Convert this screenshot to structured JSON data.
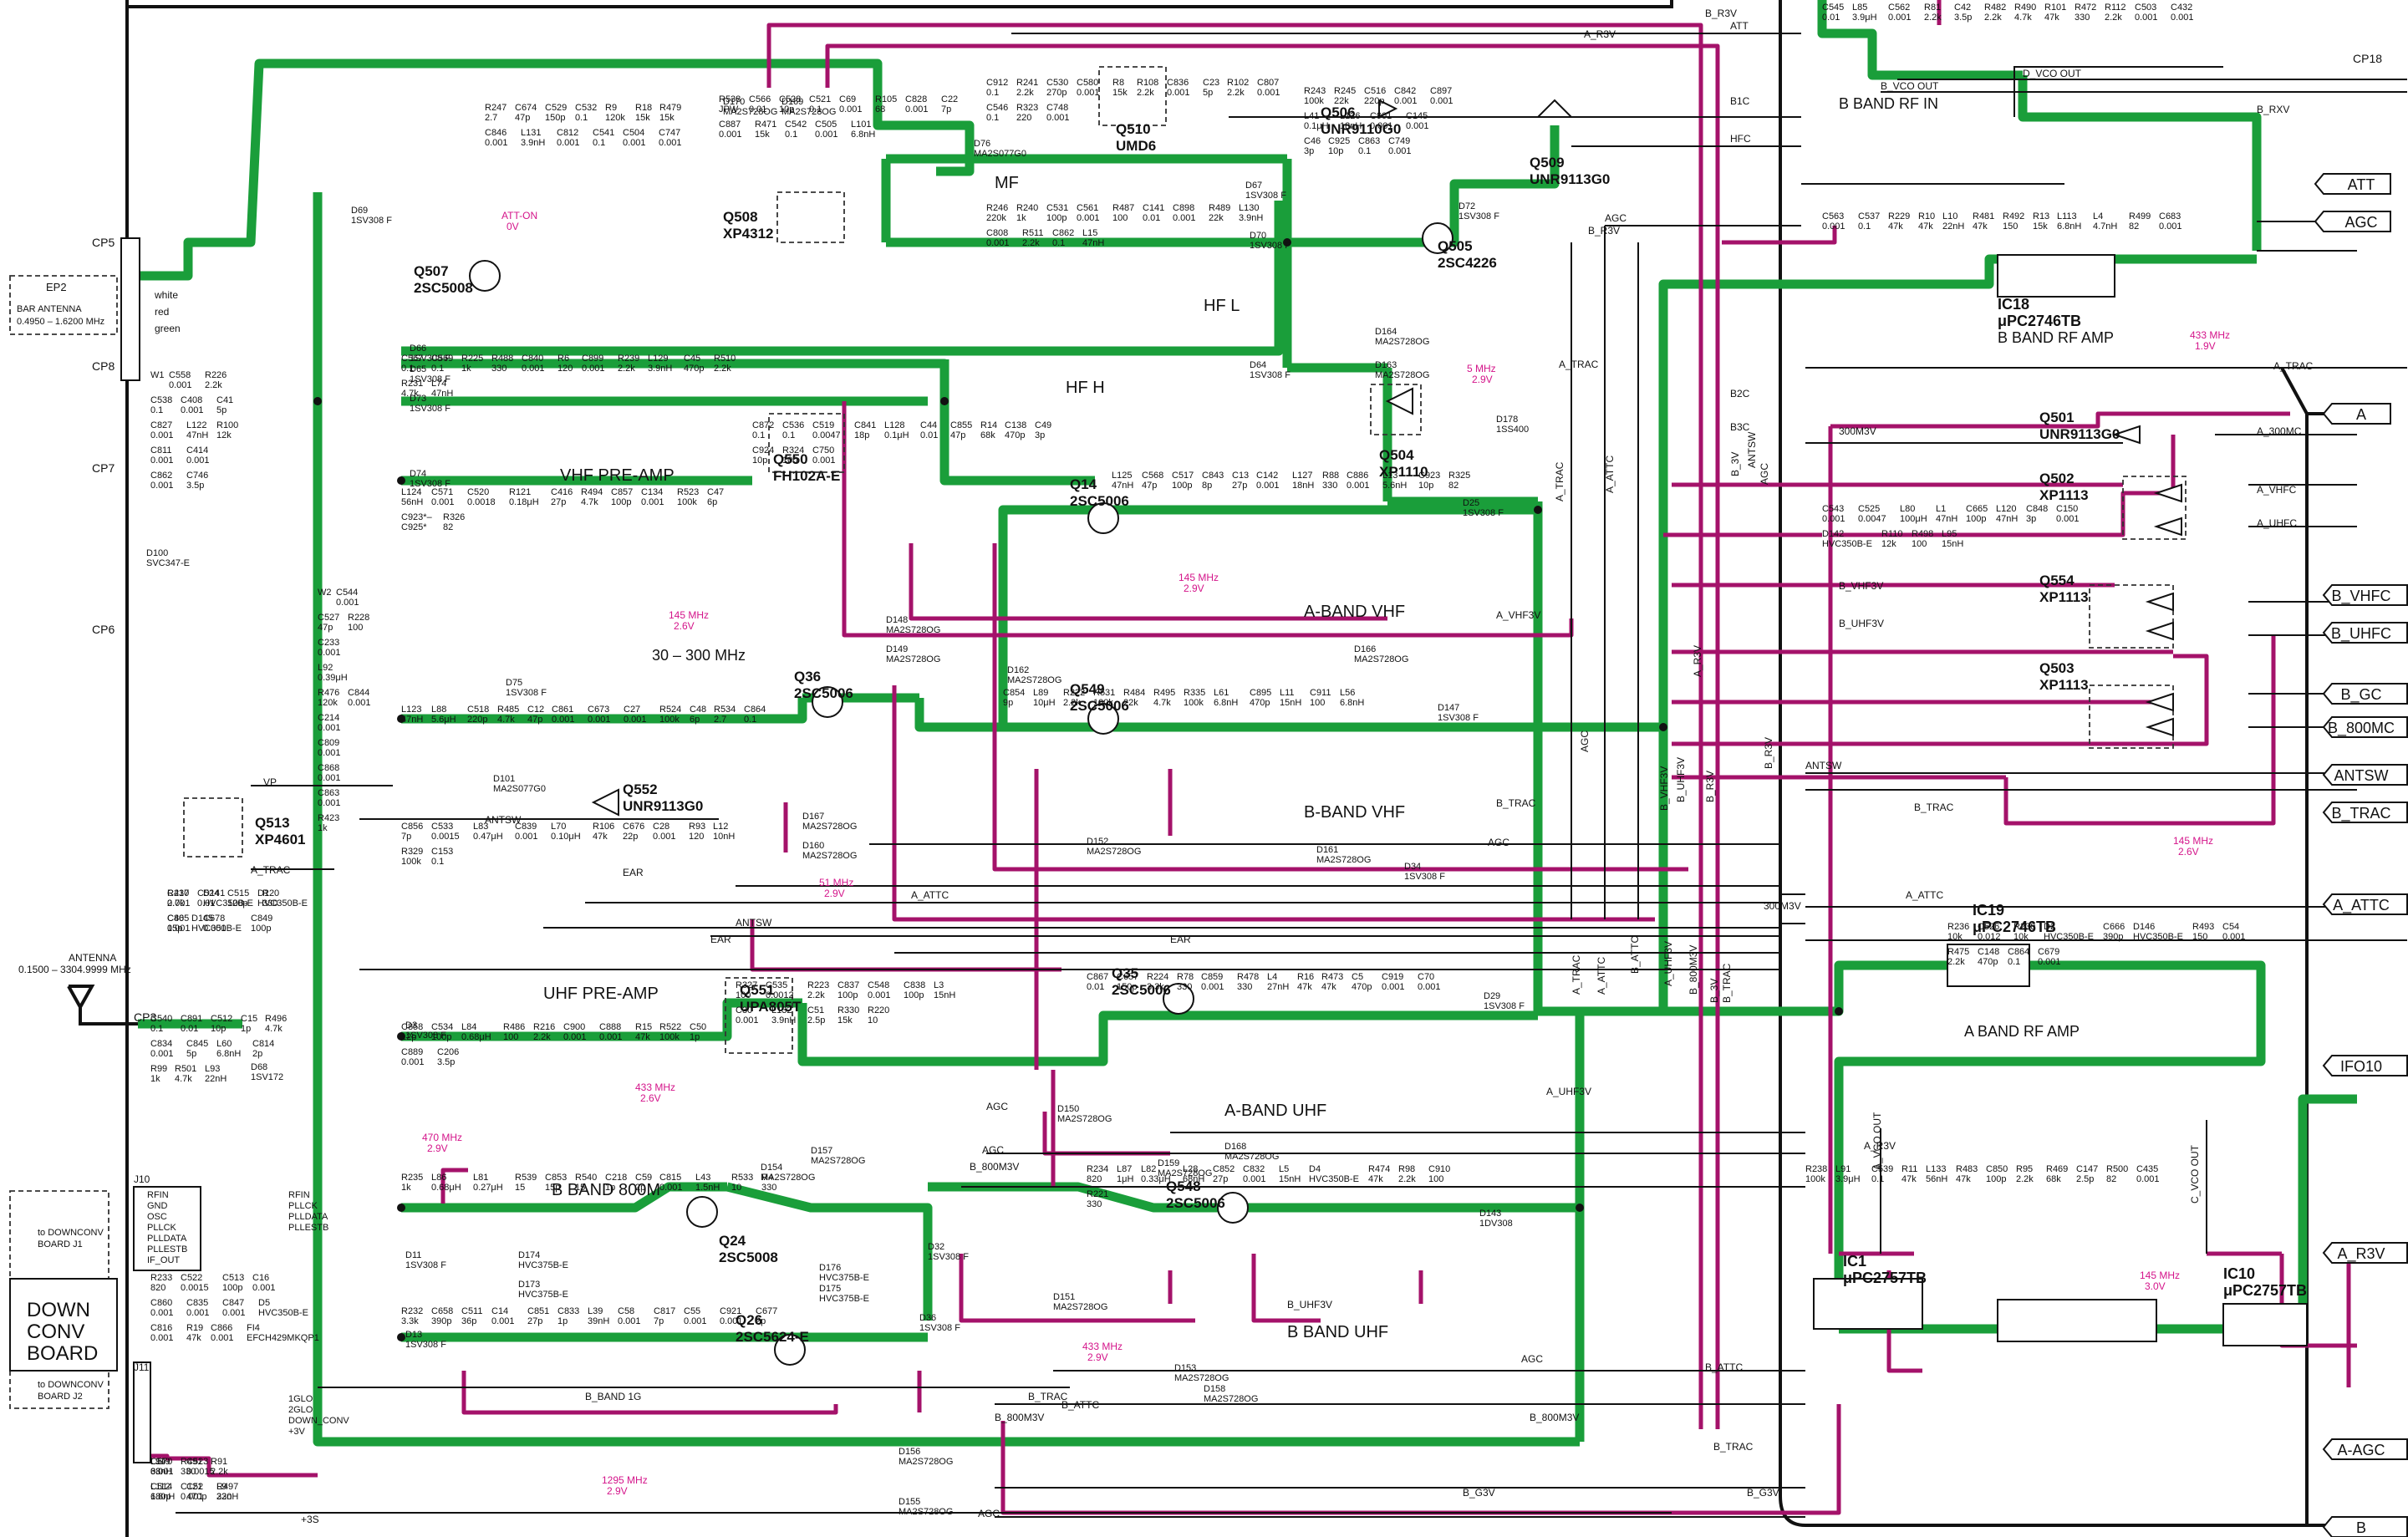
{
  "boards": {
    "down_conv": [
      "DOWN",
      "CONV",
      "BOARD"
    ],
    "to_j1": [
      "to DOWNCONV",
      "BOARD J1"
    ],
    "to_j2": [
      "to DOWNCONV",
      "BOARD J2"
    ]
  },
  "ep2": {
    "name": "EP2",
    "desc": [
      "BAR ANTENNA",
      "0.4950 – 1.6200 MHz"
    ],
    "pins": [
      "white",
      "red",
      "green"
    ]
  },
  "antenna": [
    "ANTENNA",
    "0.1500 – 3304.9999 MHz"
  ],
  "sections": {
    "vhf_preamp": "VHF PRE-AMP",
    "uhf_preamp": "UHF PRE-AMP",
    "mf": "MF",
    "hf_l": "HF L",
    "hf_h": "HF H",
    "range_30_300": "30 – 300 MHz",
    "a_band_vhf": "A-BAND VHF",
    "b_band_vhf": "B-BAND VHF",
    "a_band_uhf": "A-BAND UHF",
    "b_band_uhf": "B BAND UHF",
    "b_band_800m": "B BAND 800M",
    "b_band_rf_in": "B BAND RF IN",
    "b_band_rf_amp": "B BAND RF AMP",
    "a_band_rf_amp": "A BAND RF AMP"
  },
  "transistors": [
    {
      "ref": "Q507",
      "part": "2SC5008"
    },
    {
      "ref": "Q508",
      "part": "XP4312"
    },
    {
      "ref": "Q510",
      "part": "UMD6"
    },
    {
      "ref": "Q506",
      "part": "UNR9110G0"
    },
    {
      "ref": "Q509",
      "part": "UNR9113G0"
    },
    {
      "ref": "Q505",
      "part": "2SC4226"
    },
    {
      "ref": "Q504",
      "part": "XP1110"
    },
    {
      "ref": "Q550",
      "part": "FH102A-E"
    },
    {
      "ref": "Q14",
      "part": "2SC5006"
    },
    {
      "ref": "Q36",
      "part": "2SC5006"
    },
    {
      "ref": "Q549",
      "part": "2SC5006"
    },
    {
      "ref": "Q552",
      "part": "UNR9113G0"
    },
    {
      "ref": "Q513",
      "part": "XP4601"
    },
    {
      "ref": "Q551",
      "part": "UPA805T"
    },
    {
      "ref": "Q35",
      "part": "2SC5006"
    },
    {
      "ref": "Q548",
      "part": "2SC5006"
    },
    {
      "ref": "Q24",
      "part": "2SC5008"
    },
    {
      "ref": "Q26",
      "part": "2SC5624-E"
    },
    {
      "ref": "Q501",
      "part": "UNR9113G0"
    },
    {
      "ref": "Q502",
      "part": "XP1113"
    },
    {
      "ref": "Q554",
      "part": "XP1113"
    },
    {
      "ref": "Q503",
      "part": "XP1113"
    }
  ],
  "ics": [
    {
      "ref": "IC18",
      "part": "μPC2746TB"
    },
    {
      "ref": "IC19",
      "part": "μPC2746TB"
    },
    {
      "ref": "IC1",
      "part": "μPC2757TB"
    },
    {
      "ref": "IC10",
      "part": "μPC2757TB"
    }
  ],
  "connectors_right": [
    "ATT",
    "AGC",
    "A",
    "B_VHFC",
    "B_UHFC",
    "B_GC",
    "B_800MC",
    "ANTSW",
    "B_TRAC",
    "A_ATTC",
    "IFO10",
    "A_R3V",
    "A-AGC",
    "B"
  ],
  "test_points": [
    "CP5",
    "CP8",
    "CP7",
    "CP6",
    "CP3",
    "CP18"
  ],
  "j10_pins": [
    "RFIN",
    "GND",
    "OSC",
    "PLLCK",
    "PLLDATA",
    "PLLESTB",
    "IF_OUT"
  ],
  "j10_signals": [
    "RFIN",
    "PLLCK",
    "PLLDATA",
    "PLLESTB"
  ],
  "j11_signals": [
    "1GLO",
    "2GLO",
    "DOWN_CONV",
    "+3V"
  ],
  "freq_notes": [
    {
      "f": "145 MHz",
      "v": "2.6V"
    },
    {
      "f": "51 MHz",
      "v": "2.9V"
    },
    {
      "f": "145 MHz",
      "v": "2.9V"
    },
    {
      "f": "433 MHz",
      "v": "2.6V"
    },
    {
      "f": "470 MHz",
      "v": "2.9V"
    },
    {
      "f": "433 MHz",
      "v": "2.9V"
    },
    {
      "f": "1295 MHz",
      "v": "2.9V"
    },
    {
      "f": "433 MHz",
      "v": "1.9V"
    },
    {
      "f": "145 MHz",
      "v": "2.6V"
    },
    {
      "f": "145 MHz",
      "v": "3.0V"
    },
    {
      "f": "5 MHz",
      "v": "2.9V"
    },
    {
      "f": "ATT-ON",
      "v": "0V"
    }
  ],
  "nets": {
    "a_trac": "A_TRAC",
    "a_attc": "A_ATTC",
    "antsw": "ANTSW",
    "ear": "EAR",
    "agc": "AGC",
    "b_trac": "B_TRAC",
    "b_attc": "B_ATTC",
    "b_800m3v": "B_800M3V",
    "b_g3v": "B_G3V",
    "a_r3v": "A_R3V",
    "b_r3v": "B_R3V",
    "a_vhf3v": "A_VHF3V",
    "a_uhf3v": "A_UHF3V",
    "b_vhf3v": "B_VHF3V",
    "b_uhf3v": "B_UHF3V",
    "b_3v": "B_3V",
    "b1c": "B1C",
    "b2c": "B2C",
    "b3c": "B3C",
    "hfc": "HFC",
    "att": "ATT",
    "b_vco_out": "B_VCO OUT",
    "d_vco_out": "D_VCO OUT",
    "a_vco_out": "A_VCO OUT",
    "b_rxv": "B_RXV",
    "vp": "VP",
    "a_300mc": "A_300MC",
    "m300_3v": "300M3V",
    "a_vhfc": "A_VHFC",
    "a_uhfc": "A_UHFC",
    "c_vco_out": "C_VCO OUT",
    "plus3s": "+3S",
    "b_band_1g": "B_BAND 1G"
  },
  "diodes": [
    {
      "ref": "D170",
      "part": "MA2S728OG"
    },
    {
      "ref": "D169",
      "part": "MA2S728OG"
    },
    {
      "ref": "D76",
      "part": "MA2S077G0"
    },
    {
      "ref": "D69",
      "part": "1SV308 F"
    },
    {
      "ref": "D67",
      "part": "1SV308 F"
    },
    {
      "ref": "D70",
      "part": "1SV308 F"
    },
    {
      "ref": "D66",
      "part": "1SV308 F"
    },
    {
      "ref": "D65",
      "part": "1SV308 F"
    },
    {
      "ref": "D73",
      "part": "1SV308 F"
    },
    {
      "ref": "D64",
      "part": "1SV308 F"
    },
    {
      "ref": "D74",
      "part": "1SV308 F"
    },
    {
      "ref": "D72",
      "part": "1SV308 F"
    },
    {
      "ref": "D164",
      "part": "MA2S728OG"
    },
    {
      "ref": "D163",
      "part": "MA2S728OG"
    },
    {
      "ref": "D178",
      "part": "1SS400"
    },
    {
      "ref": "D25",
      "part": "1SV308 F"
    },
    {
      "ref": "D148",
      "part": "MA2S728OG"
    },
    {
      "ref": "D149",
      "part": "MA2S728OG"
    },
    {
      "ref": "D162",
      "part": "MA2S728OG"
    },
    {
      "ref": "D166",
      "part": "MA2S728OG"
    },
    {
      "ref": "D75",
      "part": "1SV308 F"
    },
    {
      "ref": "D101",
      "part": "MA2S077G0"
    },
    {
      "ref": "D167",
      "part": "MA2S728OG"
    },
    {
      "ref": "D160",
      "part": "MA2S728OG"
    },
    {
      "ref": "D152",
      "part": "MA2S728OG"
    },
    {
      "ref": "D161",
      "part": "MA2S728OG"
    },
    {
      "ref": "D34",
      "part": "1SV308 F"
    },
    {
      "ref": "D147",
      "part": "1SV308 F"
    },
    {
      "ref": "D3",
      "part": "1SV308 F"
    },
    {
      "ref": "D29",
      "part": "1SV308 F"
    },
    {
      "ref": "D150",
      "part": "MA2S728OG"
    },
    {
      "ref": "D168",
      "part": "MA2S728OG"
    },
    {
      "ref": "D159",
      "part": "MA2S728OG"
    },
    {
      "ref": "D157",
      "part": "MA2S728OG"
    },
    {
      "ref": "D154",
      "part": "MA2S728OG"
    },
    {
      "ref": "D143",
      "part": "1DV308"
    },
    {
      "ref": "D151",
      "part": "MA2S728OG"
    },
    {
      "ref": "D153",
      "part": "MA2S728OG"
    },
    {
      "ref": "D158",
      "part": "MA2S728OG"
    },
    {
      "ref": "D156",
      "part": "MA2S728OG"
    },
    {
      "ref": "D155",
      "part": "MA2S728OG"
    },
    {
      "ref": "D11",
      "part": "1SV308 F"
    },
    {
      "ref": "D13",
      "part": "1SV308 F"
    },
    {
      "ref": "D32",
      "part": "1SV308 F"
    },
    {
      "ref": "D36",
      "part": "1SV308 F"
    },
    {
      "ref": "D68",
      "part": "1SV172"
    },
    {
      "ref": "D100",
      "part": "SVC347-E"
    },
    {
      "ref": "D174",
      "part": "HVC375B-E"
    },
    {
      "ref": "D173",
      "part": "HVC375B-E"
    },
    {
      "ref": "D176",
      "part": "HVC375B-E"
    },
    {
      "ref": "D175",
      "part": "HVC375B-E"
    }
  ],
  "misc_parts": [
    "W1",
    "W2",
    "R247 2.7",
    "R538 JPW",
    "C912 0.1",
    "R246 220k",
    "C567 0.1",
    "R243 100k",
    "C872 0.1",
    "L125 47nH",
    "L124 56nH",
    "L123 47nH",
    "C854 9p",
    "C856 7p",
    "C858 12p",
    "R327 100",
    "C867 0.01",
    "R235 1k",
    "R234 820",
    "R232 3.3k",
    "C540 0.1",
    "R233 820",
    "C570 0.001",
    "R237 2.7k",
    "C563 0.001",
    "C543 0.001",
    "R236 10k",
    "R238 100k",
    "C545 0.01",
    "C558 0.001",
    "C544 0.001",
    "C674 47p",
    "C566 0.01",
    "R241 2.2k",
    "R240 1k",
    "C569 0.1",
    "R245 22k",
    "C536 0.1",
    "C568 47p",
    "C571 0.001",
    "L88 5.6μH",
    "L89 10μH",
    "C533 0.0015",
    "C534 100p",
    "C535 0.0012",
    "C657 150p",
    "L86 0.68μH",
    "L87 1μH",
    "C658 390p",
    "C891 0.01",
    "C522 0.0015",
    "C523 0.0015",
    "C524 0.01",
    "C537 0.1",
    "C525 0.0047",
    "C526 0.012",
    "L91 3.9μH",
    "L85 3.9μH",
    "R226 2.2k",
    "C527 47p",
    "C529 150p",
    "C528 10p",
    "C530 270p",
    "C531 100p",
    "R225 1k",
    "C516 220p",
    "C519 0.0047",
    "C517 100p",
    "C520 0.0018",
    "C518 220p",
    "R222 2.2k",
    "L83 0.47μH",
    "L84 0.68μH",
    "R223 2.2k",
    "R224 3.3k",
    "L81 0.27μH",
    "L82 0.33μH",
    "C511 36p",
    "C512 10p",
    "C513 100p",
    "C514 180p",
    "C515 120p",
    "R229 47k",
    "L80 100μH",
    "R230 10k",
    "C539 0.1",
    "C562 0.001",
    "C538 0.1",
    "R228 100",
    "C532 0.1",
    "C521 0.1",
    "C580 0.001",
    "C561 0.001",
    "R488 330",
    "C842 0.001",
    "C841 18p",
    "C843 8p",
    "R121 0.18μH",
    "R485 4.7k",
    "R531 100k",
    "C839 0.001",
    "R486 100",
    "C837 100p",
    "R78 330",
    "R539 15",
    "L28 68nH",
    "C14 0.001",
    "C15 1p",
    "C16 0.001",
    "C121 0.001",
    "D1 HVC350B-E",
    "R10 47k",
    "L1 47nH",
    "D2 HVC350B-E",
    "R11 47k",
    "R81 2.2k",
    "C408 0.001",
    "C233 0.001",
    "R9 120k",
    "C69 0.001",
    "R8 15k",
    "R487 100",
    "C840 0.001",
    "C897 0.001",
    "L128 0.1μH",
    "C13 27p",
    "C416 27p",
    "C12 47p",
    "R484 22k",
    "L70 0.10μH",
    "R216 2.2k",
    "C548 0.001",
    "C859 0.001",
    "C853 15p",
    "C852 27p",
    "C851 27p",
    "R496 4.7k",
    "C860 0.001",
    "L9 33nH",
    "C40 15p",
    "L10 22nH",
    "C665 100p",
    "C666 390p",
    "L133 56nH",
    "C42 3.5p",
    "C41 5p",
    "L92 0.39μH",
    "R18 15k",
    "R105 68",
    "R108 2.2k",
    "C141 0.01",
    "R6 120",
    "L41 0.1μH",
    "C44 0.01",
    "C142 0.001",
    "R494 4.7k",
    "C861 0.001",
    "R495 4.7k",
    "R106 47k",
    "C900 0.001",
    "C838 100p",
    "R478 330",
    "R540 15",
    "C832 0.001",
    "C833 1p",
    "C834 0.001",
    "C835 0.001",
    "L119 68nH",
    "D145 HVC350B-E",
    "R481 47k",
    "L120 47nH",
    "D146 HVC350B-E",
    "R483 47k",
    "R482 2.2k",
    "C827 0.001",
    "R476 120k",
    "R479 15k",
    "C828 0.001",
    "C836 0.001",
    "C898 0.001",
    "C899 0.001",
    "L126 18nH",
    "C855 47p",
    "L127 18nH",
    "C857 100p",
    "C673 0.001",
    "R335 100k",
    "C676 22p",
    "C888 0.001",
    "L3 15nH",
    "L4 27nH",
    "C218 1p",
    "L5 15nH",
    "L39 39nH",
    "C845 5p",
    "C847 0.001",
    "R491 330",
    "C849 100p",
    "R492 150",
    "C848 3p",
    "R493 150",
    "C850 100p",
    "R490 4.7k",
    "L122 47nH",
    "C844 0.001",
    "C846 0.001",
    "C22 7p",
    "C23 5p",
    "R489 22k",
    "R239 2.2k",
    "C901 0.001",
    "R14 68k",
    "R88 330",
    "C134 0.001",
    "C27 0.001",
    "L61 6.8nH",
    "C28 0.001",
    "R15 47k",
    "C30 0.001",
    "R16 47k",
    "C59 2p",
    "D4 HVC350B-E",
    "C58 0.001",
    "L60 6.8nH",
    "D5 HVC350B-E",
    "R91 2.2k",
    "C410 0.001",
    "R13 15k",
    "C150 0.001",
    "C54 0.001",
    "R95 2.2k",
    "R101 47k",
    "R100 12k",
    "C214 0.001",
    "L131 3.9nH",
    "C887 0.001",
    "R102 2.2k",
    "L130 3.9nH",
    "L129 3.9nH",
    "C145 0.001",
    "C138 470p",
    "C886 0.001",
    "R523 100k",
    "R524 100k",
    "C895 470p",
    "R93 120",
    "R522 100k",
    "L132 3.9nH",
    "R473 47k",
    "C815 0.001",
    "R474 47k",
    "C817 7p",
    "C814 2p",
    "C816 0.001",
    "L112 6.8nH",
    "D141 HVC350B-E",
    "L113 6.8nH",
    "D142 HVC350B-E",
    "R475 2.2k",
    "R469 68k",
    "R472 330",
    "C811 0.001",
    "C809 0.001",
    "C812 0.001",
    "R471 15k",
    "C807 0.001",
    "C808 0.001",
    "C45 470p",
    "C46 3p",
    "C49 3p",
    "L13 5.6nH",
    "C47 6p",
    "C48 6p",
    "L11 15nH",
    "L12 10nH",
    "C50 1p",
    "C51 2.5p",
    "C5 470p",
    "L43 1.5nH",
    "R98 2.2k",
    "C55 0.001",
    "R99 1k",
    "R19 47k",
    "C52 470p",
    "R20 330",
    "L4 4.7nH",
    "R110 12k",
    "C148 470p",
    "C147 2.5p",
    "R112 2.2k",
    "C414 0.001",
    "C868 0.001",
    "C541 0.1",
    "C542 0.1",
    "C546 0.1",
    "R511 2.2k",
    "R510 2.2k",
    "C925 10p",
    "C924 10p",
    "C923 10p",
    "C923*– C925*",
    "R534 2.7",
    "C911 100",
    "R329 100k",
    "C889 0.001",
    "R330 15k",
    "C919 0.001",
    "R533 10",
    "C910 100",
    "C921 0.001",
    "R501 4.7k",
    "C866 0.001",
    "R497 220",
    "C865 0.001",
    "R499 82",
    "R498 100",
    "C864 0.1",
    "R500 82",
    "C503 0.001",
    "C862 0.001",
    "C863 0.001",
    "C504 0.001",
    "C505 0.001",
    "R323 220",
    "C862 0.1",
    "R231 4.7k",
    "C863 0.1",
    "R324 100",
    "R325 82",
    "R326 82",
    "C864 0.1",
    "L56 6.8nH",
    "C153 0.1",
    "C206 3.5p",
    "R220 10",
    "C70 0.001",
    "R4 330",
    "R221 330",
    "C677 2p",
    "L93 22nH",
    "FI4 EFCH429MKQP1",
    "L94 33nH",
    "C678 0.001",
    "C683 0.001",
    "L95 15nH",
    "C679 0.001",
    "C435 0.001",
    "C432 0.001",
    "C746 3.5p",
    "R423 1k",
    "C747 0.001",
    "L101 6.8nH",
    "C748 0.001",
    "L15 47nH",
    "L74 47nH",
    "C749 0.001",
    "C750 0.001"
  ],
  "colors": {
    "rf_path": "#1a9e3a",
    "power_path": "#a4126a",
    "note": "#d4148a",
    "line": "#111111"
  }
}
